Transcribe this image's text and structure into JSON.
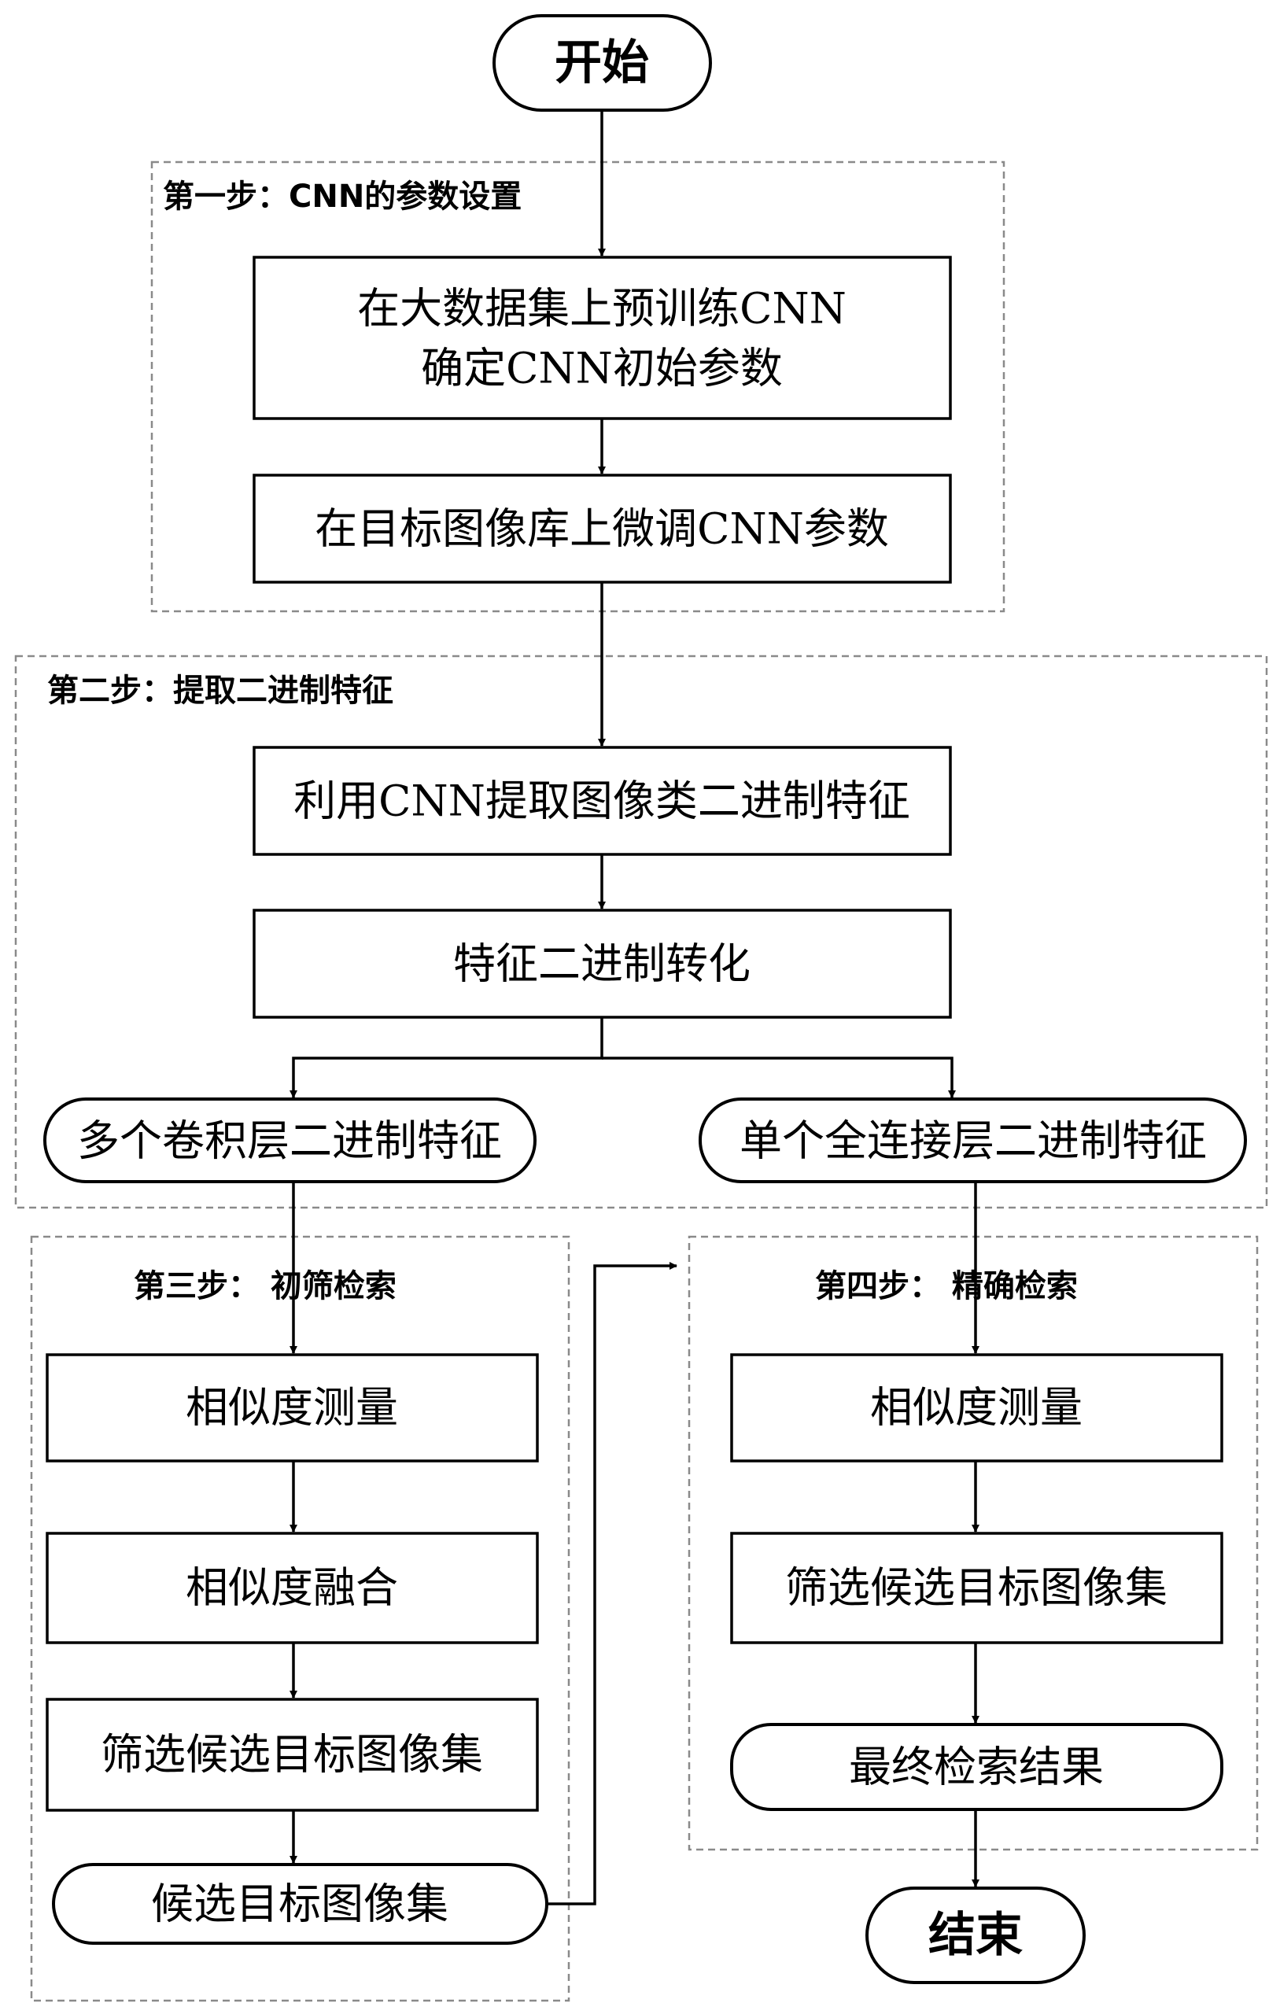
{
  "start_label": "开始",
  "end_label": "结束",
  "step1": {
    "title": "第一步：CNN的参数设置",
    "pretrain_line1": "在大数据集上预训练CNN",
    "pretrain_line2": "确定CNN初始参数",
    "finetune": "在目标图像库上微调CNN参数"
  },
  "step2": {
    "title": "第二步：提取二进制特征",
    "extract": "利用CNN提取图像类二进制特征",
    "binarize": "特征二进制转化",
    "conv_features": "多个卷积层二进制特征",
    "fc_features": "单个全连接层二进制特征"
  },
  "step3": {
    "title": "第三步：  初筛检索",
    "similarity_measure": "相似度测量",
    "similarity_fusion": "相似度融合",
    "filter_candidates": "筛选候选目标图像集",
    "candidate_set": "候选目标图像集"
  },
  "step4": {
    "title": "第四步：  精确检索",
    "similarity_measure": "相似度测量",
    "filter_candidates": "筛选候选目标图像集",
    "final_result": "最终检索结果"
  }
}
